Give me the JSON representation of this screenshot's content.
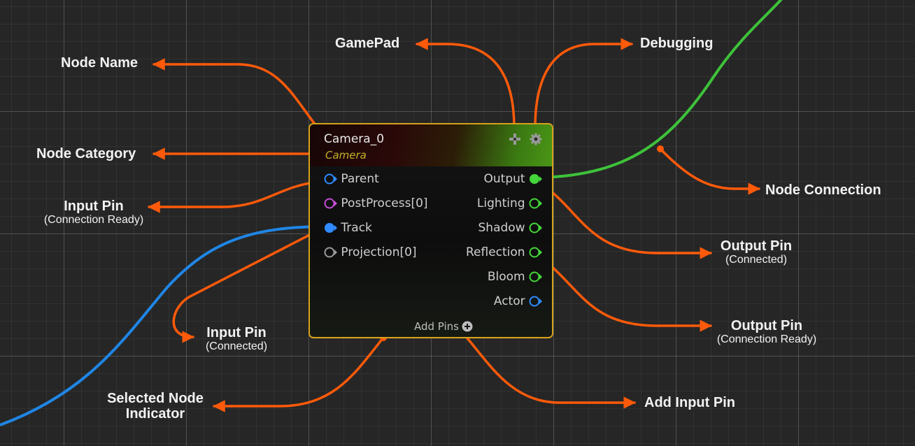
{
  "node": {
    "title": "Camera_0",
    "category": "Camera",
    "add_pins_label": "Add Pins",
    "header_icons": [
      "gamepad-icon",
      "gear-icon"
    ],
    "input_pins": [
      {
        "label": "Parent",
        "color": "#2f8bff",
        "state": "ready"
      },
      {
        "label": "PostProcess[0]",
        "color": "#c64ed6",
        "state": "ready"
      },
      {
        "label": "Track",
        "color": "#2f8bff",
        "state": "connected"
      },
      {
        "label": "Projection[0]",
        "color": "#9a9a9a",
        "state": "ready"
      }
    ],
    "output_pins": [
      {
        "label": "Output",
        "color": "#44d63a",
        "state": "connected"
      },
      {
        "label": "Lighting",
        "color": "#44d63a",
        "state": "ready"
      },
      {
        "label": "Shadow",
        "color": "#44d63a",
        "state": "ready"
      },
      {
        "label": "Reflection",
        "color": "#44d63a",
        "state": "ready"
      },
      {
        "label": "Bloom",
        "color": "#44d63a",
        "state": "ready"
      },
      {
        "label": "Actor",
        "color": "#2f8bff",
        "state": "ready"
      }
    ],
    "border_color": "#d6a21b"
  },
  "callouts": {
    "node_name": "Node Name",
    "node_category": "Node Category",
    "input_pin_ready": {
      "title": "Input Pin",
      "sub": "(Connection Ready)"
    },
    "input_pin_connected": {
      "title": "Input Pin",
      "sub": "(Connected)"
    },
    "gamepad": "GamePad",
    "debugging": "Debugging",
    "node_connection": "Node Connection",
    "output_pin_connected": {
      "title": "Output Pin",
      "sub": "(Connected)"
    },
    "output_pin_ready": {
      "title": "Output Pin",
      "sub": "(Connection Ready)"
    },
    "selected_node": {
      "line1": "Selected Node",
      "line2": "Indicator"
    },
    "add_input_pin": "Add Input Pin"
  },
  "colors": {
    "arrow": "#ff5a0a",
    "green_wire": "#3ec23a",
    "blue_wire": "#1f86e6",
    "background": "#262626"
  }
}
